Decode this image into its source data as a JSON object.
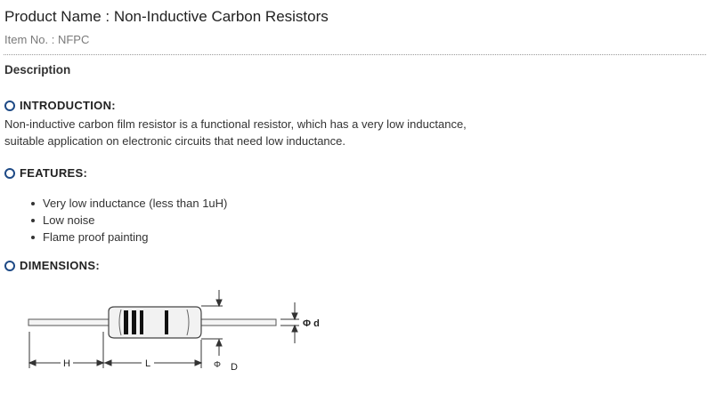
{
  "product": {
    "name_label": "Product Name : Non-Inductive Carbon Resistors",
    "item_no_label": "Item No. : NFPC"
  },
  "description_heading": "Description",
  "introduction": {
    "heading": "INTRODUCTION:",
    "lines": [
      "Non-inductive carbon film resistor is a functional resistor, which has a very low inductance,",
      "suitable application on electronic circuits that need low inductance."
    ]
  },
  "features": {
    "heading": "FEATURES:",
    "items": [
      "Very low inductance (less than 1uH)",
      "Low noise",
      "Flame proof painting"
    ]
  },
  "dimensions": {
    "heading": "DIMENSIONS:",
    "diagram_labels": {
      "h": "H",
      "l": "L",
      "phi_d": "Φ d",
      "phi": "Φ",
      "big_d": "D"
    }
  },
  "colors": {
    "section_bullet": "#1e4a86",
    "text": "#333333",
    "muted": "#7a7a7a"
  }
}
